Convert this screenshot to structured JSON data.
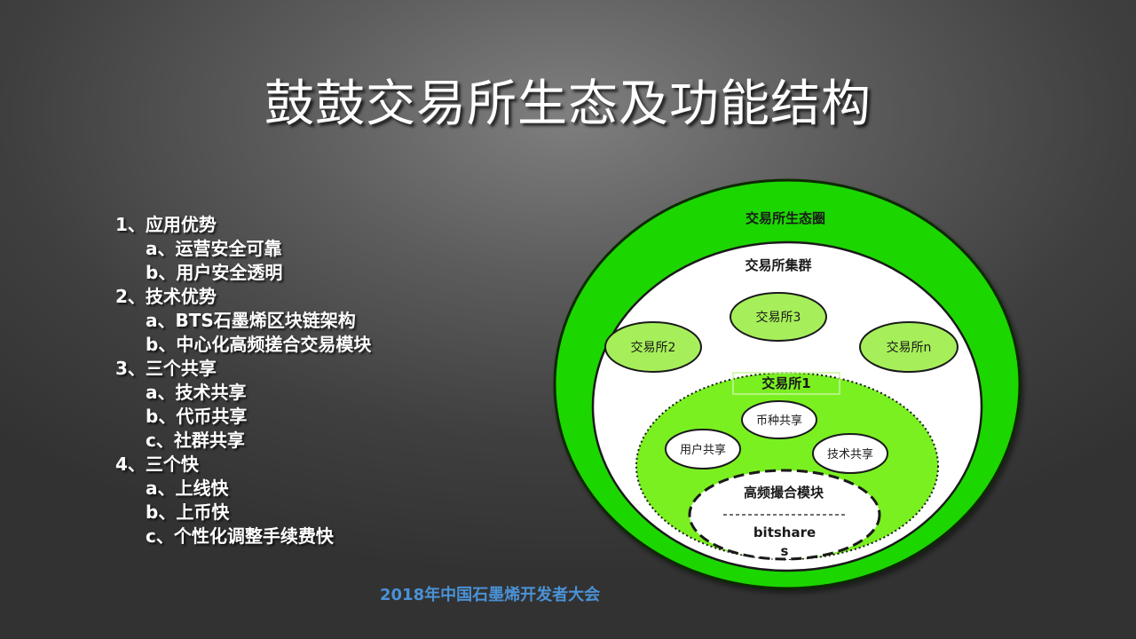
{
  "title": "鼓鼓交易所生态及功能结构",
  "features": [
    {
      "heading": "1、应用优势",
      "items": [
        "a、运营安全可靠",
        "b、用户安全透明"
      ]
    },
    {
      "heading": "2、技术优势",
      "items": [
        "a、BTS石墨烯区块链架构",
        "b、中心化高频搓合交易模块"
      ]
    },
    {
      "heading": "3、三个共享",
      "items": [
        "a、技术共享",
        "b、代币共享",
        "c、社群共享"
      ]
    },
    {
      "heading": "4、三个快",
      "items": [
        "a、上线快",
        "b、上币快",
        "c、个性化调整手续费快"
      ]
    }
  ],
  "diagram": {
    "ecosystem_label": "交易所生态圈",
    "cluster_label": "交易所集群",
    "exchanges": [
      "交易所2",
      "交易所3",
      "交易所n"
    ],
    "exchange1": {
      "label": "交易所1",
      "shares": [
        "币种共享",
        "用户共享",
        "技术共享"
      ],
      "module": {
        "label": "高频撮合模块",
        "engine_line1": "bitshare",
        "engine_line2": "s"
      }
    },
    "colors": {
      "ecosystem_green": "#1fd600",
      "inner_green": "#7af021",
      "bubble_green": "#a6ef5a",
      "white": "#ffffff"
    }
  },
  "footer": "2018年中国石墨烯开发者大会"
}
